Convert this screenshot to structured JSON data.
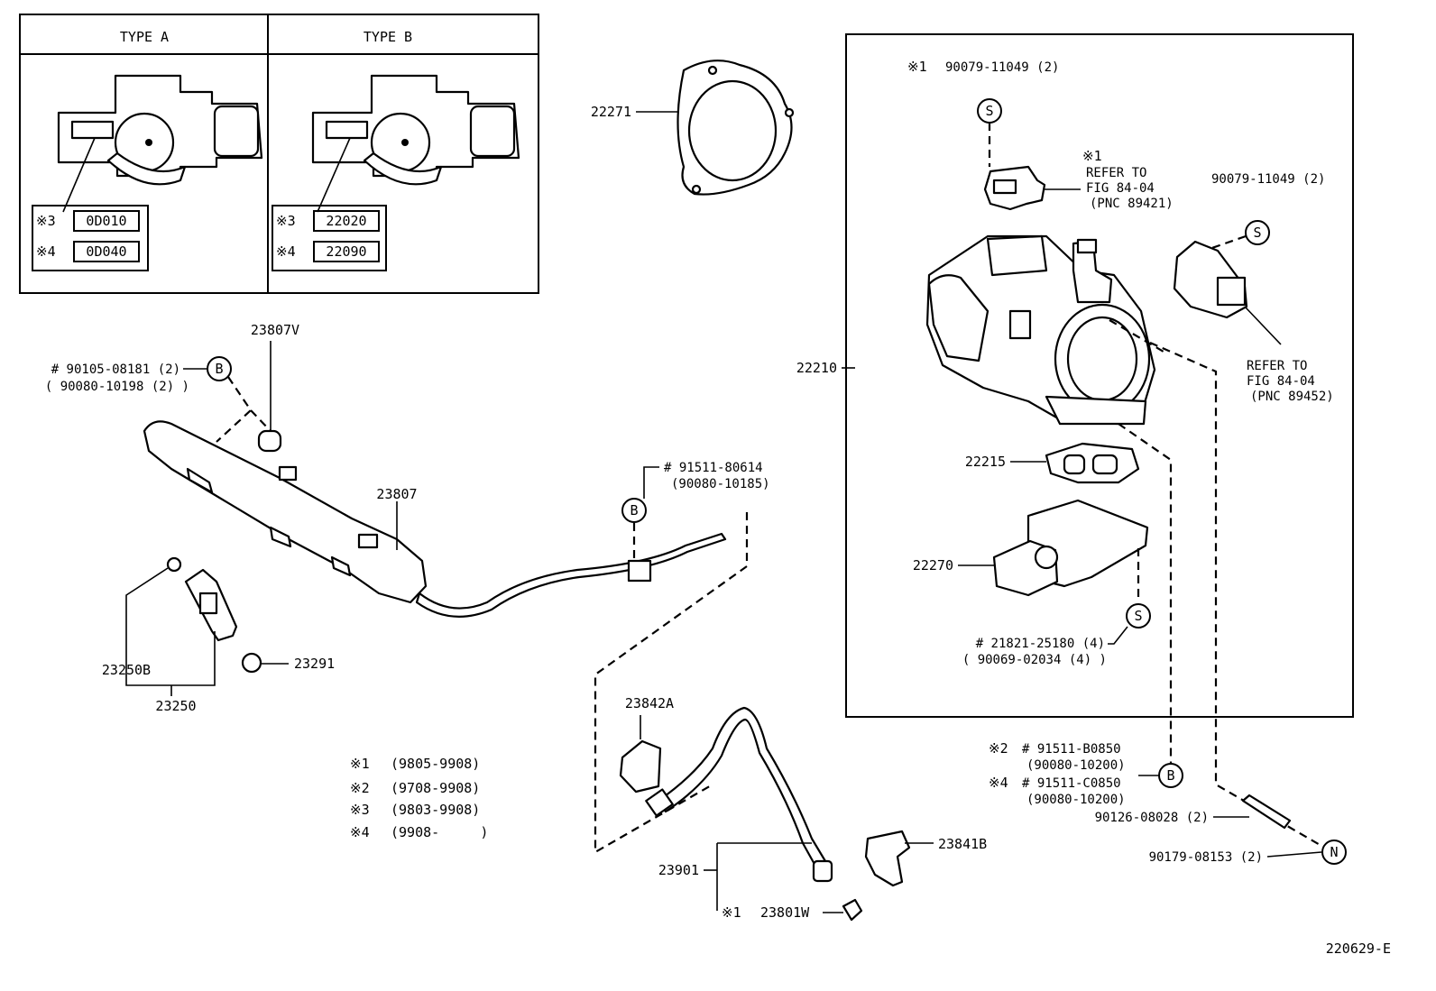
{
  "types": {
    "a": {
      "title": "TYPE A",
      "code3_prefix": "※3",
      "code3": "0D010",
      "code4_prefix": "※4",
      "code4": "0D040"
    },
    "b": {
      "title": "TYPE B",
      "code3_prefix": "※3",
      "code3": "22020",
      "code4_prefix": "※4",
      "code4": "22090"
    }
  },
  "labels": {
    "p22271": "22271",
    "p22210": "22210",
    "p22215": "22215",
    "p22270": "22270",
    "p23807V": "23807V",
    "p23807": "23807",
    "p23250B": "23250B",
    "p23250": "23250",
    "p23291": "23291",
    "p23842A": "23842A",
    "p23901": "23901",
    "p23841B": "23841B",
    "p23801W_prefix": "※1",
    "p23801W": "23801W",
    "bolt_b_top_1": "# 90105-08181 (2)",
    "bolt_b_top_2": "( 90080-10198 (2) )",
    "clamp_b_1": "# 91511-80614",
    "clamp_b_2": "(90080-10185)",
    "sensor1_prefix": "※1",
    "sensor1_screw": "90079-11049 (2)",
    "sensor1_ref_prefix": "※1",
    "sensor1_ref1": "REFER TO",
    "sensor1_ref2": "FIG 84-04",
    "sensor1_ref3": "(PNC 89421)",
    "sensor2_screw": "90079-11049 (2)",
    "sensor2_ref1": "REFER TO",
    "sensor2_ref2": "FIG 84-04",
    "sensor2_ref3": "(PNC 89452)",
    "iac_screw_1": "# 21821-25180 (4)",
    "iac_screw_2": "( 90069-02034 (4) )",
    "bolt2_prefix": "※2",
    "bolt2_1": "# 91511-B0850",
    "bolt2_2": "(90080-10200)",
    "bolt4_prefix": "※4",
    "bolt4_1": "# 91511-C0850",
    "bolt4_2": "(90080-10200)",
    "stud": "90126-08028 (2)",
    "nut": "90179-08153 (2)",
    "symbol_s": "S",
    "symbol_b": "B",
    "symbol_n": "N",
    "figure_code": "220629-E"
  },
  "legend": [
    {
      "mark": "※1",
      "range": "(9805-9908)"
    },
    {
      "mark": "※2",
      "range": "(9708-9908)"
    },
    {
      "mark": "※3",
      "range": "(9803-9908)"
    },
    {
      "mark": "※4",
      "range": "(9908-     )"
    }
  ]
}
